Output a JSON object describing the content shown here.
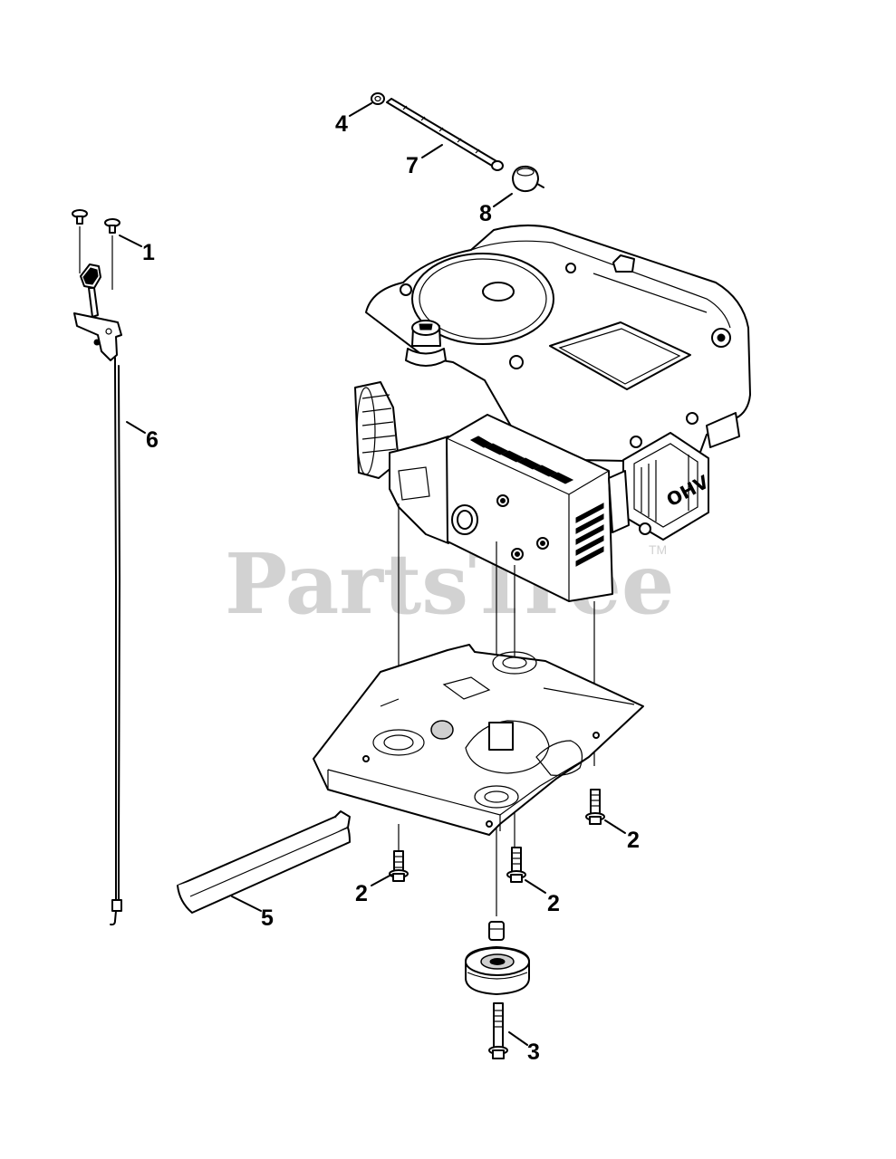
{
  "watermark": {
    "brand": "PartsTree",
    "trademark": "TM"
  },
  "callouts": [
    {
      "id": "c-1",
      "number": "1"
    },
    {
      "id": "c-2a",
      "number": "2"
    },
    {
      "id": "c-2b",
      "number": "2"
    },
    {
      "id": "c-2c",
      "number": "2"
    },
    {
      "id": "c-3",
      "number": "3"
    },
    {
      "id": "c-4",
      "number": "4"
    },
    {
      "id": "c-5",
      "number": "5"
    },
    {
      "id": "c-6",
      "number": "6"
    },
    {
      "id": "c-7",
      "number": "7"
    },
    {
      "id": "c-8",
      "number": "8"
    }
  ],
  "engine_badge": "OHV"
}
